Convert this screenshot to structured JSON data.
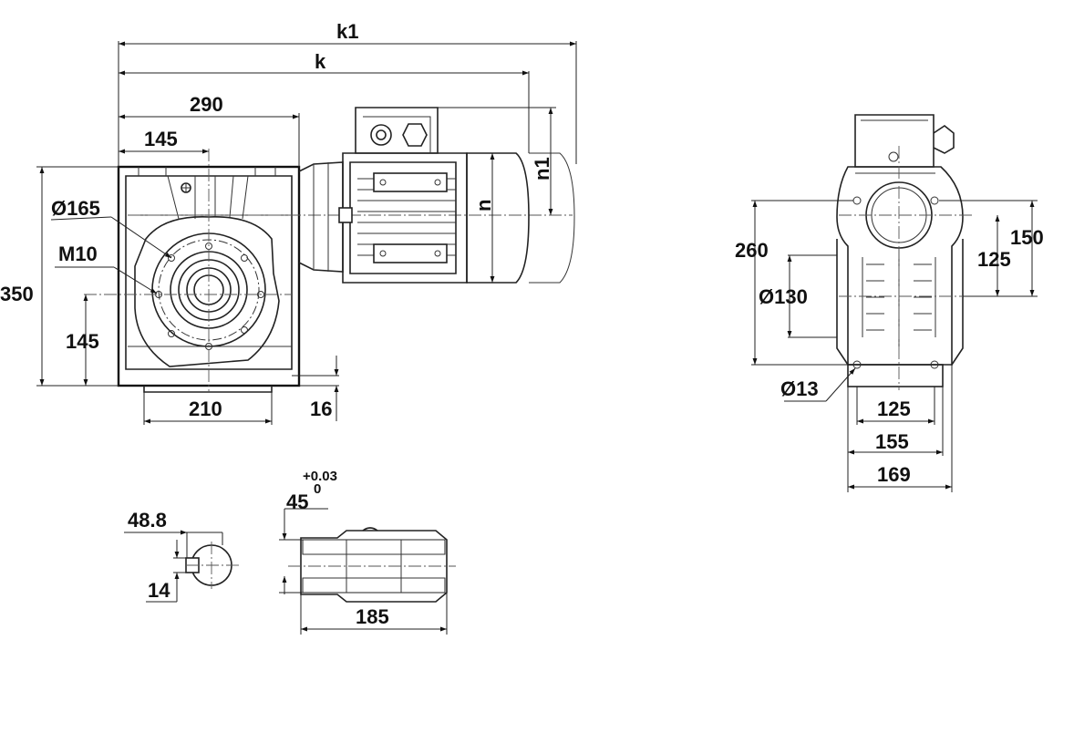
{
  "front_view": {
    "k1": "k1",
    "k": "k",
    "d290": "290",
    "d145_top": "145",
    "d165": "Ø165",
    "m10": "M10",
    "d350": "350",
    "d145_left": "145",
    "d210": "210",
    "d16": "16",
    "n1": "n1",
    "n": "n"
  },
  "side_view": {
    "d260": "260",
    "d150": "150",
    "d125_right": "125",
    "d130": "Ø130",
    "d13": "Ø13",
    "d125_bottom": "125",
    "d155": "155",
    "d169": "169"
  },
  "shaft_detail": {
    "d48_8": "48.8",
    "d14": "14",
    "d45": "45",
    "tol_upper": "+0.03",
    "tol_lower": "0",
    "d185": "185"
  }
}
